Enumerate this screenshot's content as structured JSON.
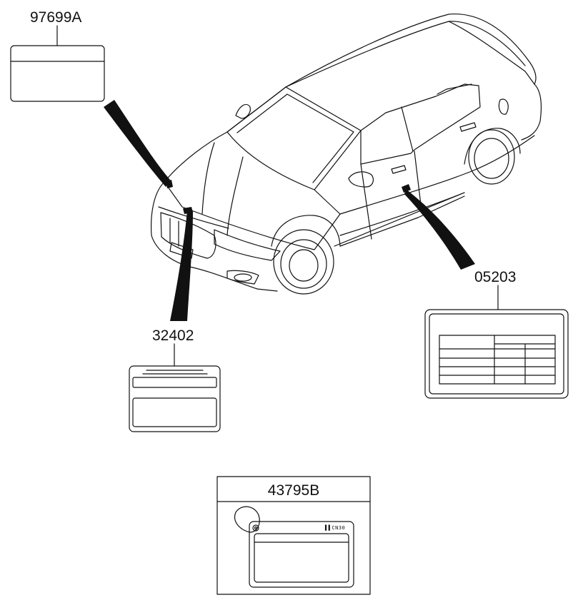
{
  "labels": {
    "part_97699a": "97699A",
    "part_32402": "32402",
    "part_05203": "05203",
    "part_43795b": "43795B"
  },
  "tag_code": "▌▌CN30",
  "colors": {
    "line": "#111111",
    "background": "#ffffff"
  }
}
